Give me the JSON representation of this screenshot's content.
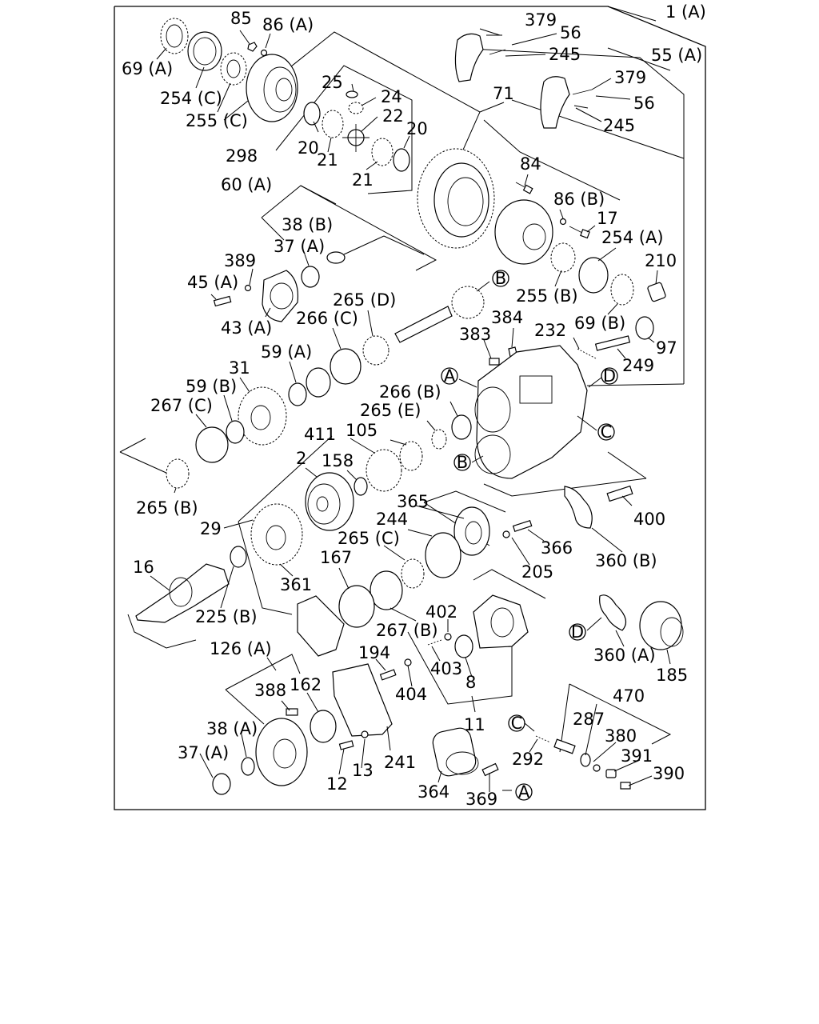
{
  "labels": {
    "l_1a": "1 (A)",
    "l_69a": "69 (A)",
    "l_85": "85",
    "l_86a": "86 (A)",
    "l_254c": "254 (C)",
    "l_255c": "255 (C)",
    "l_25": "25",
    "l_24": "24",
    "l_22": "22",
    "l_20a": "20",
    "l_20b": "20",
    "l_21a": "21",
    "l_21b": "21",
    "l_298": "298",
    "l_71": "71",
    "l_379a": "379",
    "l_56a": "56",
    "l_245a": "245",
    "l_55a": "55 (A)",
    "l_379b": "379",
    "l_56b": "56",
    "l_245b": "245",
    "l_84": "84",
    "l_86b": "86 (B)",
    "l_17": "17",
    "l_254a": "254 (A)",
    "l_210": "210",
    "l_255b": "255 (B)",
    "l_69b": "69 (B)",
    "l_60a": "60 (A)",
    "l_38b": "38 (B)",
    "l_37a_top": "37 (A)",
    "l_389": "389",
    "l_45a": "45 (A)",
    "l_43a": "43 (A)",
    "l_265d": "265 (D)",
    "l_266c": "266 (C)",
    "l_383": "383",
    "l_384": "384",
    "l_232": "232",
    "l_97": "97",
    "l_249": "249",
    "l_59a": "59 (A)",
    "l_31": "31",
    "l_59b": "59 (B)",
    "l_267c": "267 (C)",
    "l_266b": "266 (B)",
    "l_265e": "265 (E)",
    "l_411": "411",
    "l_105": "105",
    "l_2": "2",
    "l_158": "158",
    "l_265b": "265 (B)",
    "l_29": "29",
    "l_365": "365",
    "l_244": "244",
    "l_366": "366",
    "l_400": "400",
    "l_265c": "265 (C)",
    "l_205": "205",
    "l_360b": "360 (B)",
    "l_16": "16",
    "l_167": "167",
    "l_361": "361",
    "l_225b": "225 (B)",
    "l_402": "402",
    "l_267b": "267 (B)",
    "l_403": "403",
    "l_8": "8",
    "l_360a": "360 (A)",
    "l_185": "185",
    "l_126a": "126 (A)",
    "l_194": "194",
    "l_388": "388",
    "l_162": "162",
    "l_404": "404",
    "l_470": "470",
    "l_287": "287",
    "l_38a": "38 (A)",
    "l_11": "11",
    "l_380": "380",
    "l_37a": "37 (A)",
    "l_241": "241",
    "l_292": "292",
    "l_391": "391",
    "l_390": "390",
    "l_12": "12",
    "l_13": "13",
    "l_364": "364",
    "l_369": "369"
  },
  "callouts": {
    "c_b1": "B",
    "c_a1": "A",
    "c_d1": "D",
    "c_c1": "C",
    "c_b2": "B",
    "c_d2": "D",
    "c_c2": "C",
    "c_a2": "A"
  }
}
